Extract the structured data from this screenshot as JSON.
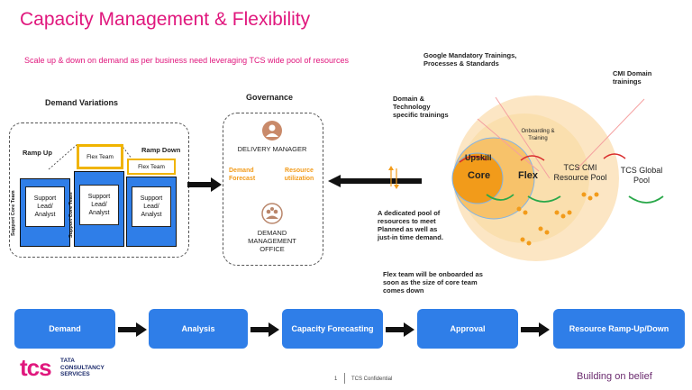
{
  "title": "Capacity Management & Flexibility",
  "subtitle": "Scale up & down on demand as per business need leveraging TCS wide pool of resources",
  "demand_variations": {
    "heading": "Demand Variations",
    "ramp_up": "Ramp Up",
    "ramp_down": "Ramp Down",
    "flex_team": "Flex Team",
    "support_core_team": "Support Core Team",
    "card_label": "Support Lead/ Analyst"
  },
  "governance": {
    "heading": "Governance",
    "delivery_manager": "DELIVERY MANAGER",
    "demand_forecast": "Demand Forecast",
    "resource_utilization": "Resource utilization",
    "demand_management_office": "DEMAND MANAGEMENT OFFICE"
  },
  "pool": {
    "google_trainings": "Google Mandatory Trainings, Processes & Standards",
    "cmi_domain": "CMI Domain trainings",
    "domain_tech": "Domain & Technology specific trainings",
    "onboarding": "Onboarding & Training",
    "upskill": "Upskill",
    "core": "Core",
    "flex": "Flex",
    "tcs_cmi_pool": "TCS CMI Resource Pool",
    "tcs_global_pool": "TCS Global Pool",
    "dedicated_pool_note": "A dedicated pool of resources to meet Planned as well as just-in time demand.",
    "flex_note": "Flex team will be onboarded as soon as the size of core team comes down"
  },
  "flow": [
    "Demand",
    "Analysis",
    "Capacity Forecasting",
    "Approval",
    "Resource Ramp-Up/Down"
  ],
  "footer": {
    "logo_mark": "tcs",
    "logo_line1": "TATA",
    "logo_line2": "CONSULTANCY",
    "logo_line3": "SERVICES",
    "page_number": "1",
    "confidential": "TCS Confidential",
    "tagline": "Building on belief"
  },
  "colors": {
    "accent": "#e0177d",
    "blue": "#2f7ee8",
    "orange": "#f29b1a",
    "yellow": "#f0b400",
    "green": "#2aa84a"
  }
}
